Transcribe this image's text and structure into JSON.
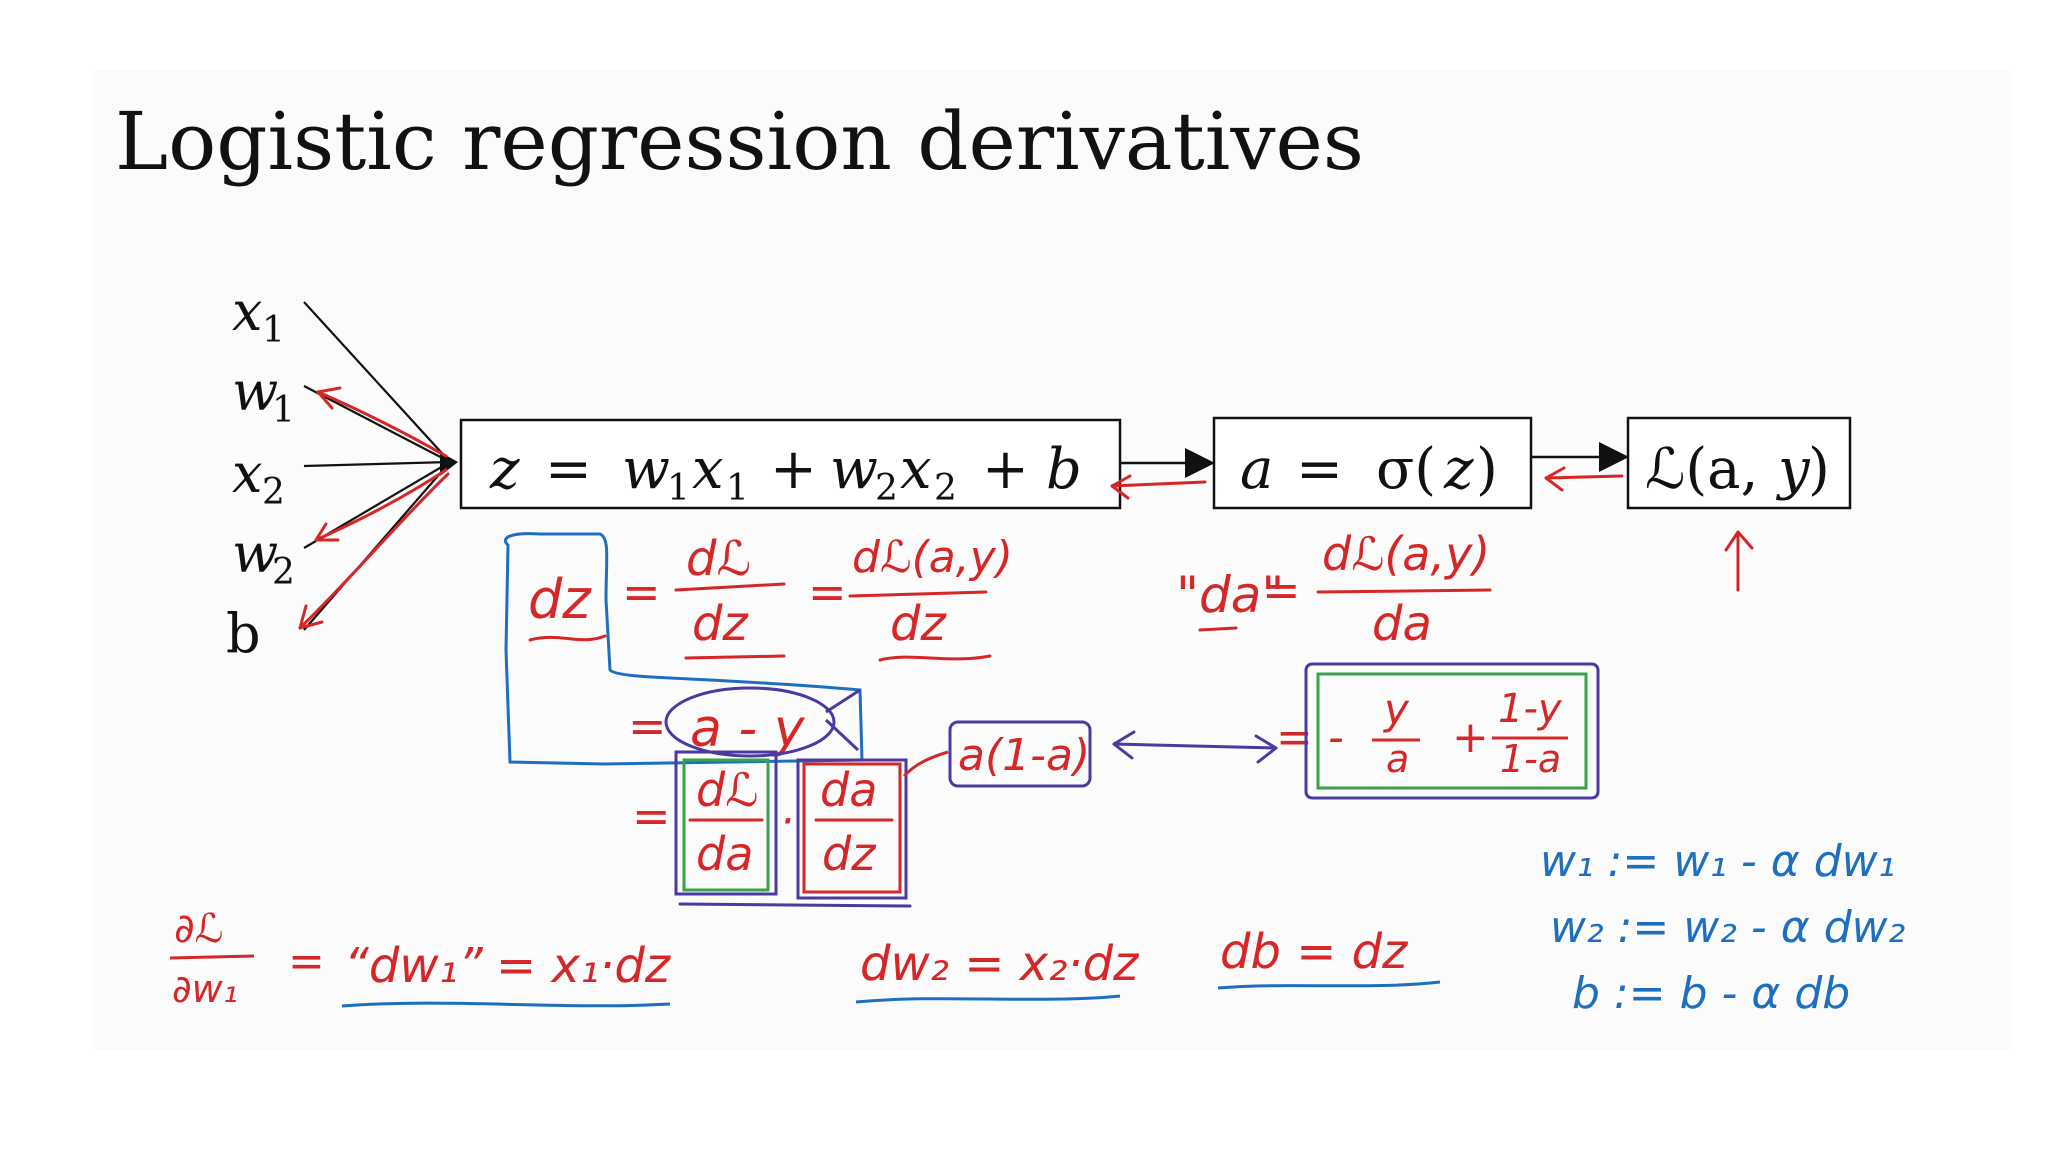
{
  "slide": {
    "title": "Logistic regression derivatives"
  },
  "inputs": {
    "x1": "x",
    "x1_sub": "1",
    "w1": "w",
    "w1_sub": "1",
    "x2": "x",
    "x2_sub": "2",
    "w2": "w",
    "w2_sub": "2",
    "b": "b"
  },
  "graph": {
    "z_box": {
      "z": "z",
      "eq": "=",
      "w1": "w",
      "s1": "1",
      "x1": "x",
      "t1": "1",
      "plus1": "+",
      "w2": "w",
      "s2": "2",
      "x2": "x",
      "t2": "2",
      "plus2": "+",
      "b": "b"
    },
    "a_box": {
      "a": "a",
      "eq": "=",
      "sigma": "σ(",
      "z": "z",
      "close": ")"
    },
    "loss_box": {
      "L": "ℒ(a,",
      "y": "y",
      "close": ")"
    }
  },
  "annotations": {
    "dz_lhs": "dz",
    "dz_eq1": "=",
    "dz_frac1_num": "dℒ",
    "dz_frac1_den": "dz",
    "dz_eq2": "=",
    "dz_frac2_num": "dℒ(a,y)",
    "dz_frac2_den": "dz",
    "da_lhs": "\"da\"",
    "da_eq": "=",
    "da_frac_num": "dℒ(a,y)",
    "da_frac_den": "da",
    "row_ay_eq": "=",
    "row_ay": "a - y",
    "row_chain_eq": "=",
    "chain_num1": "dℒ",
    "chain_den1": "da",
    "chain_dot": "·",
    "chain_num2": "da",
    "chain_den2": "dz",
    "a1a": "a(1-a)",
    "deriv_eq": "=",
    "deriv_neg": "-",
    "deriv_y": "y",
    "deriv_a": "a",
    "deriv_plus": "+",
    "deriv_1y": "1-y",
    "deriv_1a": "1-a",
    "dw1_num": "∂ℒ",
    "dw1_den": "∂w₁",
    "dw1_eq": "=",
    "dw1_q": "“dw₁”",
    "dw1_rhs": "= x₁·dz",
    "dw2": "dw₂ = x₂·dz",
    "db": "db = dz"
  },
  "updates": {
    "line1": "w₁ := w₁ - α dw₁",
    "line2": "w₂ := w₂ - α dw₂",
    "line3": "b := b - α db"
  },
  "colors": {
    "ink_black": "#111111",
    "ink_red": "#d62728",
    "ink_blue": "#1f6fbf",
    "ink_green": "#3aa34a",
    "ink_purple": "#4b3aa0"
  }
}
